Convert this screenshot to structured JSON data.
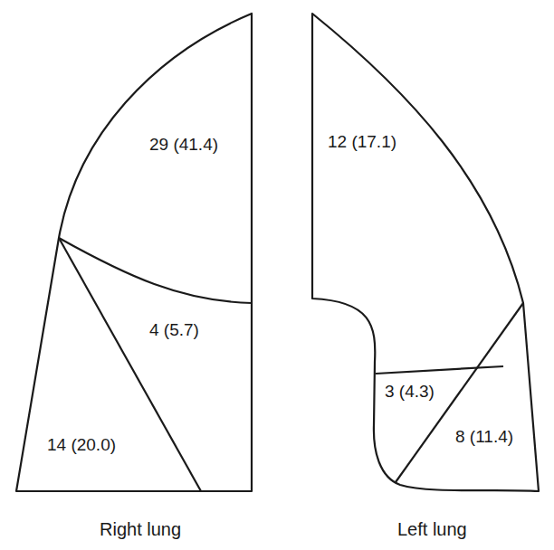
{
  "diagram": {
    "labels": [
      "29 (41.4)",
      "4 (5.7)",
      "14 (20.0)",
      "12 (17.1)",
      "3 (4.3)",
      "8 (11.4)",
      "Right lung",
      "Left lung"
    ]
  }
}
